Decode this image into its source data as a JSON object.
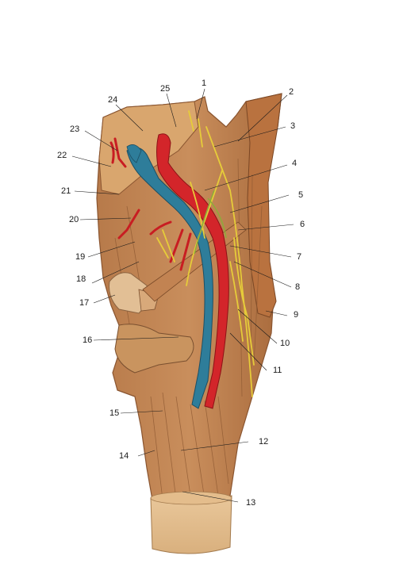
{
  "illustration": {
    "labels": [
      "1",
      "2",
      "3",
      "4",
      "5",
      "6",
      "7",
      "8",
      "9",
      "10",
      "11",
      "12",
      "13",
      "14",
      "15",
      "16",
      "17",
      "18",
      "19",
      "20",
      "21",
      "22",
      "23",
      "24",
      "25"
    ]
  }
}
